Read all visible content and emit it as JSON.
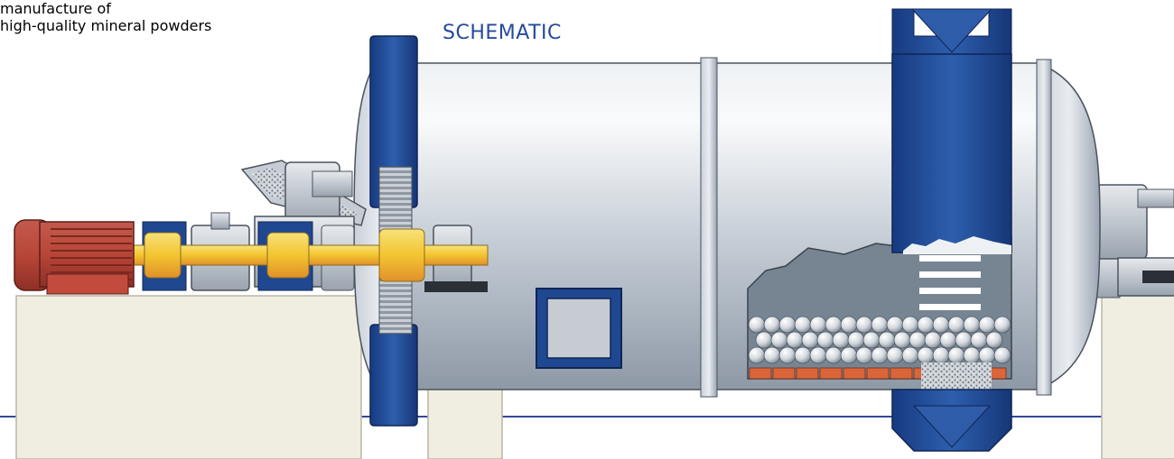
{
  "caption": {
    "line1": "manufacture of",
    "line2": "high-quality mineral powders"
  },
  "title": "SCHEMATIC",
  "colors": {
    "brand_blue": "#1f3f86",
    "flange_blue": "#214b94",
    "shell_gray": "#c7cfd8",
    "motor_red": "#b8463a",
    "liner_orange": "#d9653a",
    "base_block": "#efeee1",
    "coupling_yellow": "#f2d13a"
  },
  "icons": [
    "electric-motor-icon",
    "gearbox-icon",
    "bearing-icon",
    "grinding-balls-icon",
    "mill-liner-icon"
  ]
}
